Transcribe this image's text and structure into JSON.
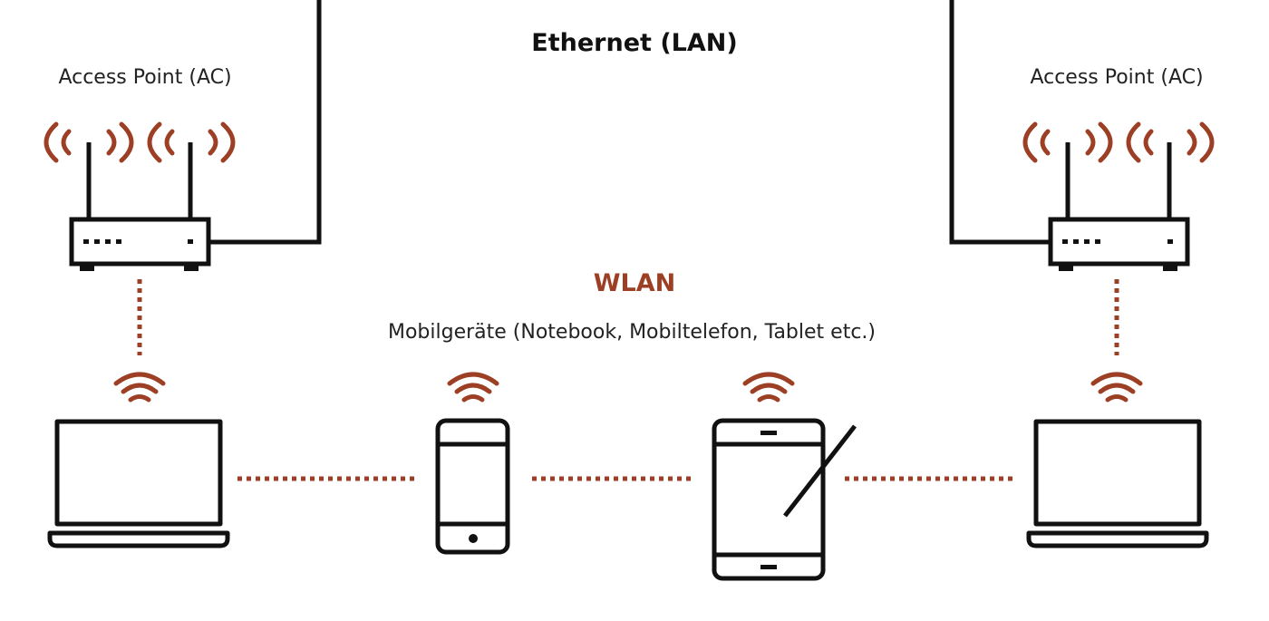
{
  "labels": {
    "ethernet": "Ethernet (LAN)",
    "wlan": "WLAN",
    "mobile_devices": "Mobilgeräte (Notebook, Mobiltelefon, Tablet etc.)",
    "access_point_left": "Access Point (AC)",
    "access_point_right": "Access Point (AC)"
  },
  "colors": {
    "line": "#111111",
    "wireless_accent": "#9c3f24"
  },
  "icons": {
    "access_point": "router-icon",
    "radio_waves": "radio-waves-icon",
    "wifi": "wifi-icon",
    "laptop": "laptop-icon",
    "phone": "smartphone-icon",
    "tablet": "tablet-icon"
  }
}
